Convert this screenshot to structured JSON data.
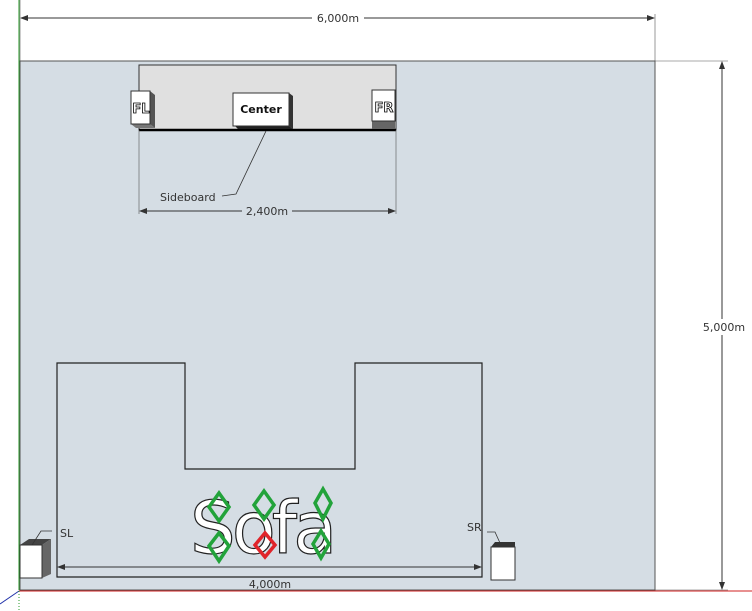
{
  "dimensions": {
    "room_width": "6,000m",
    "room_depth": "5,000m",
    "sideboard_width": "2,400m",
    "sofa_width": "4,000m"
  },
  "labels": {
    "sideboard": "Sideboard",
    "sofa": "Sofa",
    "surround_left": "SL",
    "surround_right": "SR"
  },
  "speakers": {
    "front_left": "FL",
    "center": "Center",
    "front_right": "FR"
  },
  "colors": {
    "floor": "#d5dde4",
    "sideboard": "#e0e0e0",
    "seat_marker": "#22a33a",
    "main_seat_marker": "#e0242a",
    "x_axis": "#d02020",
    "y_axis": "#2a9a2a"
  }
}
